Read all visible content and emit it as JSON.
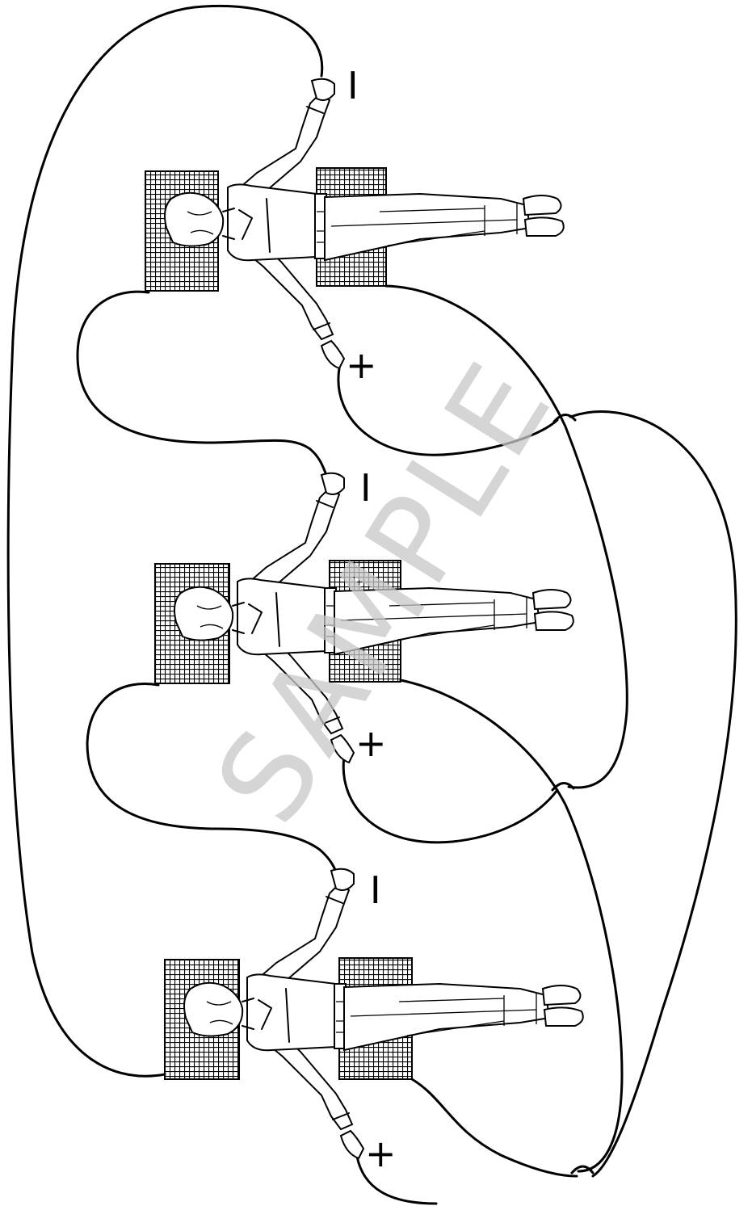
{
  "diagram": {
    "watermark": "SAMPLE",
    "terminals": [
      {
        "figure": 1,
        "left_hand": "I",
        "right_hand": "+"
      },
      {
        "figure": 2,
        "left_hand": "I",
        "right_hand": "+"
      },
      {
        "figure": 3,
        "left_hand": "I",
        "right_hand": "+"
      }
    ],
    "icons": {
      "pad": "grid-pad-icon",
      "person": "standing-person-icon",
      "wire": "circuit-wire-icon"
    }
  }
}
